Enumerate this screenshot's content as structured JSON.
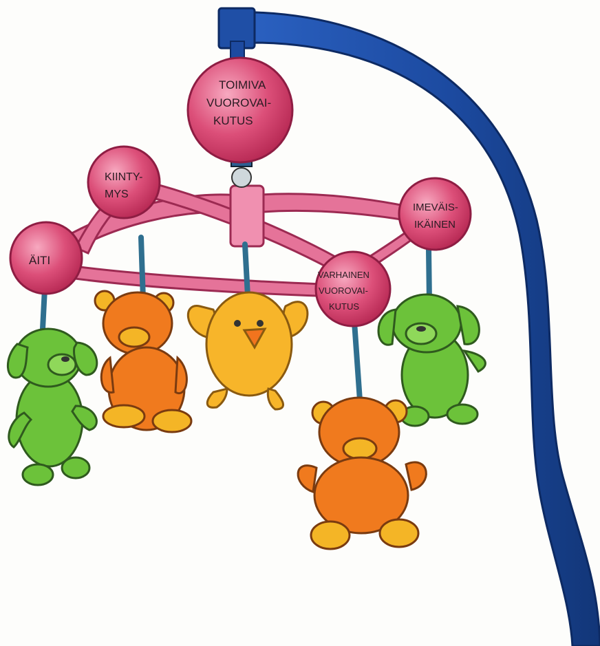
{
  "colors": {
    "arm": "#1f4fa6",
    "arm_dark": "#13347a",
    "ball": "#d23a66",
    "ball_light": "#f08aa8",
    "frame": "#e0668f",
    "string": "#2f6f8f",
    "bear": "#f07a1e",
    "bear_paw": "#f4b526",
    "dog": "#6cc23a",
    "chick": "#f7b52a",
    "beak": "#f2741e"
  },
  "balls": {
    "top": [
      "TOIMIVA",
      "VUOROVAI-",
      "KUTUS"
    ],
    "left_upper": [
      "KIINTY-",
      "MYS"
    ],
    "left": [
      "ÄITI"
    ],
    "right": [
      "IMEVÄIS-",
      "IKÄINEN"
    ],
    "front": [
      "VARHAINEN",
      "VUOROVAI-",
      "KUTUS"
    ]
  },
  "toys": {
    "left": "dog-icon",
    "second": "bear-icon",
    "center": "chick-icon",
    "right": "dog-icon",
    "front": "bear-icon"
  }
}
